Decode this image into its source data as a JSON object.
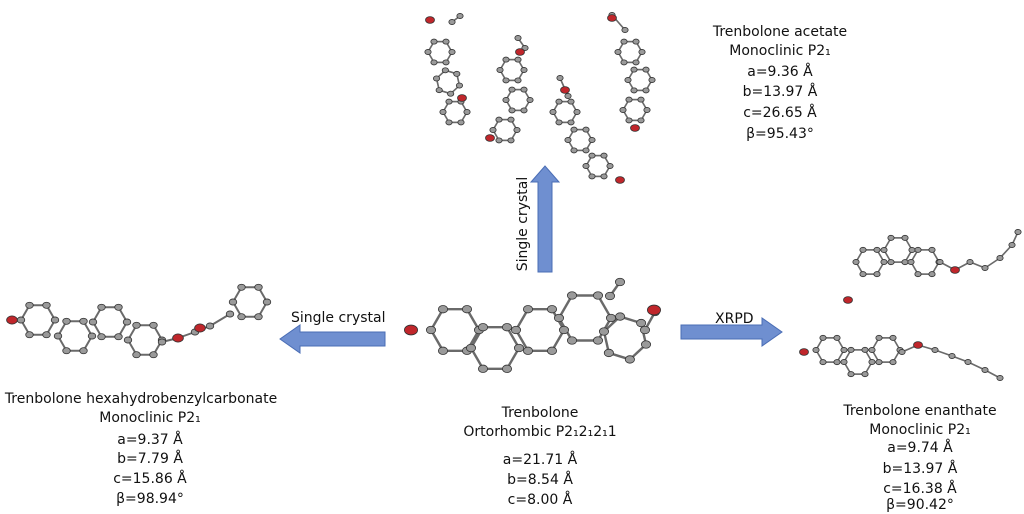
{
  "acetate": {
    "name": "Trenbolone acetate",
    "system": "Monoclinic  P2₁",
    "a": "a=9.36 Å",
    "b": "b=13.97 Å",
    "c": "c=26.65 Å",
    "beta": "β=95.43°"
  },
  "hexa": {
    "name": "Trenbolone hexahydrobenzylcarbonate",
    "system": "Monoclinic  P2₁",
    "a": "a=9.37 Å",
    "b": "b=7.79 Å",
    "c": "c=15.86 Å",
    "beta": "β=98.94°"
  },
  "tren": {
    "name": "Trenbolone",
    "system": "Ortorhombic P2₁2₁2₁1",
    "a": "a=21.71 Å",
    "b": "b=8.54 Å",
    "c": "c=8.00 Å"
  },
  "enanthate": {
    "name": "Trenbolone enanthate",
    "system": "Monoclinic  P2₁",
    "a": "a=9.74 Å",
    "b": "b=13.97 Å",
    "c": "c=16.38 Å",
    "beta": "β=90.42°"
  },
  "arrows": {
    "up": "Single crystal",
    "left": "Single crystal",
    "right": "XRPD"
  },
  "colors": {
    "arrow_fill": "#6f8fd0",
    "arrow_stroke": "#4a6db5",
    "atom_carbon": "#9a9a9a",
    "atom_oxygen": "#c0262b",
    "atom_hydrogen": "#f2f2f2",
    "bond": "#6a6a6a"
  }
}
